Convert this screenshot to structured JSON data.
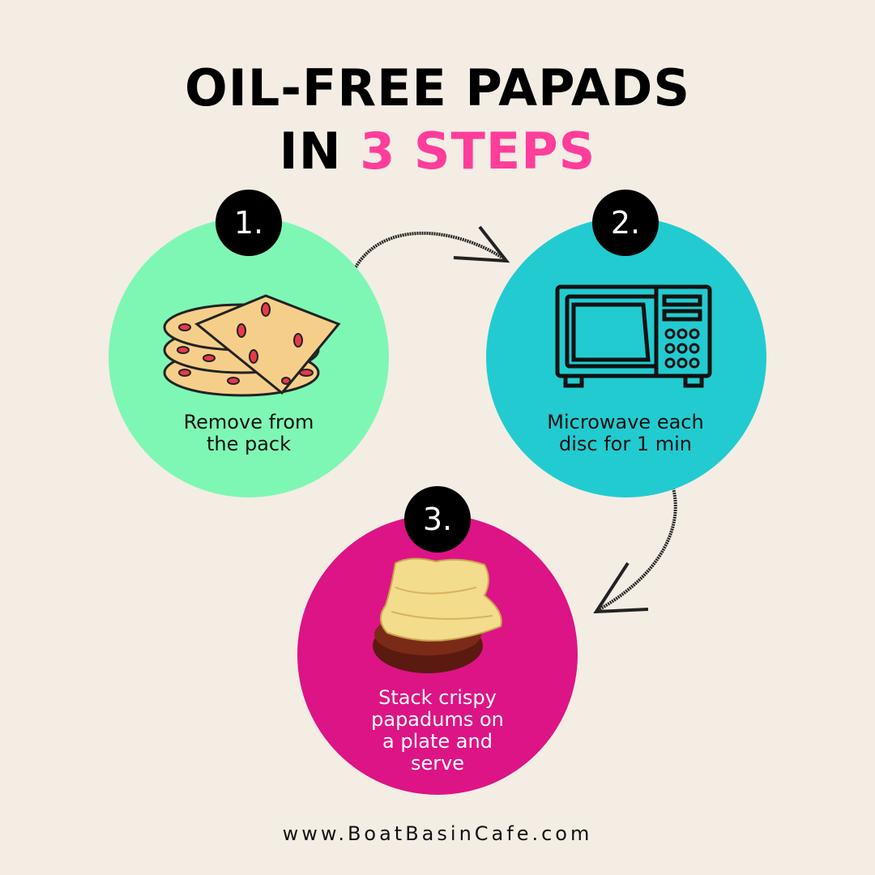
{
  "title": {
    "line1": "OIL-FREE PAPADS",
    "line2_prefix": "IN ",
    "line2_accent": "3 STEPS"
  },
  "steps": [
    {
      "number": "1.",
      "caption_line1": "Remove from",
      "caption_line2": "the pack",
      "color": "#7ef7b4",
      "icon": "papad-stack-icon"
    },
    {
      "number": "2.",
      "caption_line1": "Microwave each",
      "caption_line2": "disc for 1 min",
      "color": "#22cbd0",
      "icon": "microwave-icon"
    },
    {
      "number": "3.",
      "caption_line1": "Stack crispy",
      "caption_line2": "papadums on",
      "caption_line3": "a plate and",
      "caption_line4": "serve",
      "color": "#dd1485",
      "icon": "crispy-papad-plate-icon"
    }
  ],
  "footer": "www.BoatBasinCafe.com",
  "colors": {
    "background": "#f4ede4",
    "accent": "#ff3d9a"
  }
}
